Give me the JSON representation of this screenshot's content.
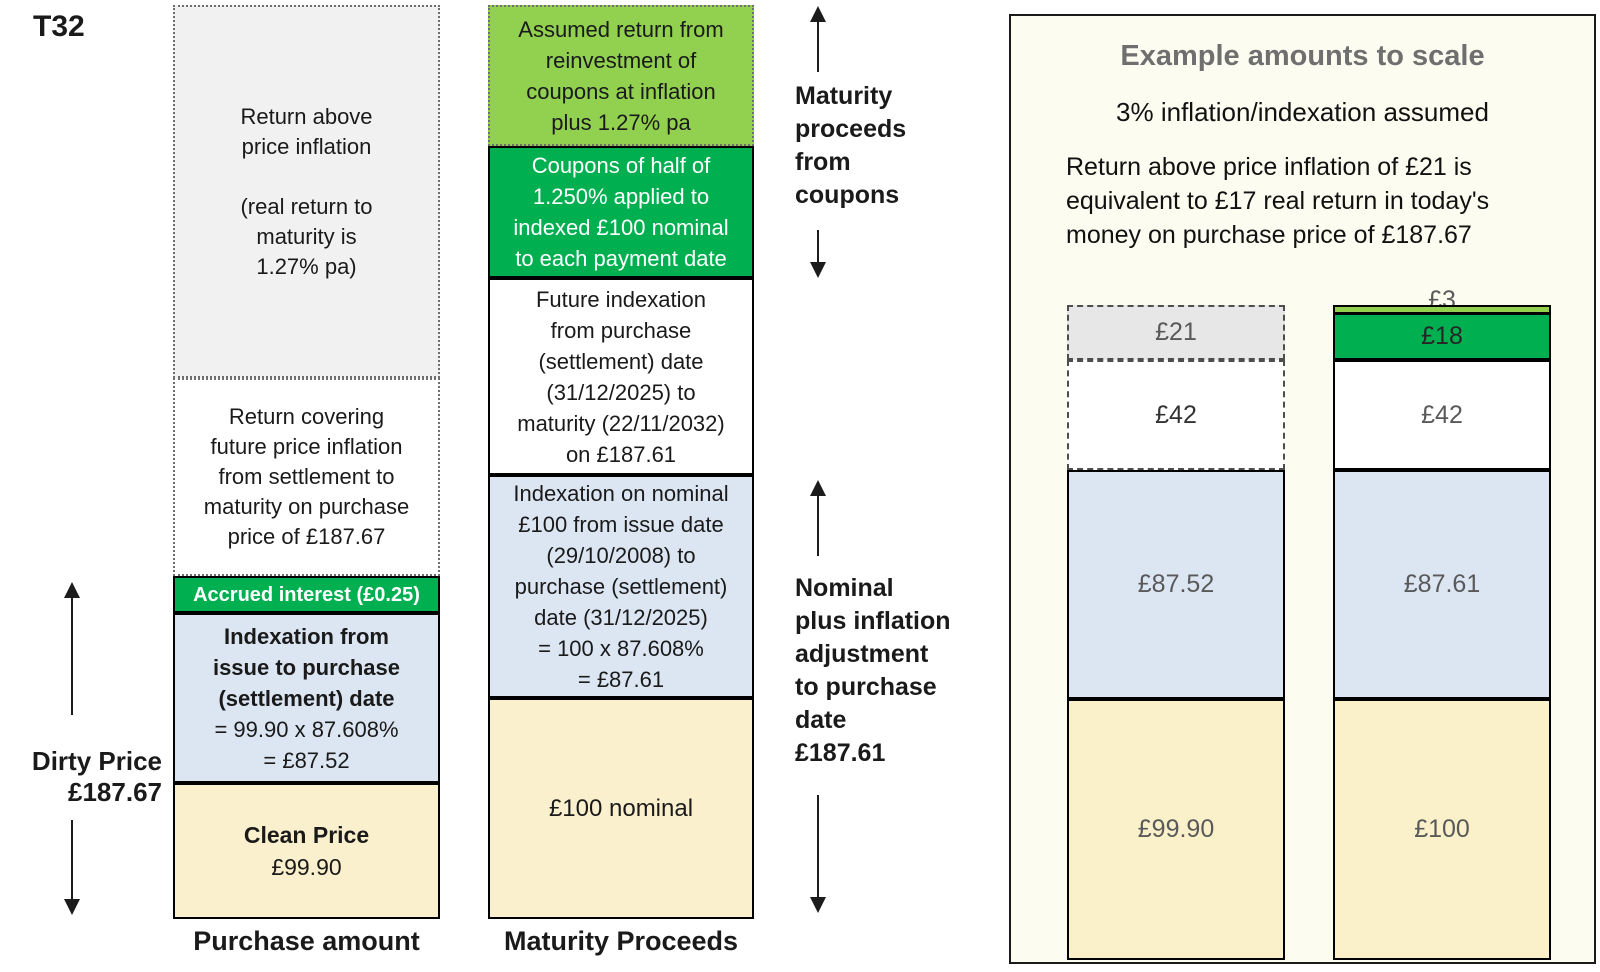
{
  "slide_tag": "T32",
  "colors": {
    "green": "#00b050",
    "light_green": "#92d050",
    "light_blue": "#dce6f2",
    "cream": "#fbf0cd",
    "panel_background": "#fcfcf0",
    "gray_segment": "#e7e7e7",
    "light_gray_segment": "#f1f1f1",
    "panel_title_gray": "#6f6f6f"
  },
  "purchase": {
    "caption": "Purchase amount",
    "seg_return_above": "Return above\nprice inflation\n\n(real return to\nmaturity is\n1.27% pa)",
    "seg_return_covering": "Return covering\nfuture price inflation\nfrom settlement to\nmaturity on purchase\nprice of £187.67",
    "seg_accrued": "Accrued interest (£0.25)",
    "seg_indexation_title": "Indexation from\nissue to purchase\n(settlement) date",
    "seg_indexation_value": "= 99.90 x 87.608%\n= £87.52",
    "seg_clean_title": "Clean Price",
    "seg_clean_value": "£99.90"
  },
  "dirty_price_label": "Dirty Price\n£187.67",
  "maturity": {
    "caption": "Maturity Proceeds",
    "seg_reinvestment": "Assumed return from\nreinvestment of\ncoupons at inflation\nplus 1.27% pa",
    "seg_coupons": "Coupons of half of\n1.250% applied to\nindexed £100 nominal\nto each payment date",
    "seg_future_indexation": "Future indexation\nfrom purchase\n(settlement) date\n(31/12/2025) to\nmaturity (22/11/2032)\non £187.61",
    "seg_indexation": "Indexation on nominal\n£100 from issue date\n(29/10/2008) to\npurchase (settlement)\ndate (31/12/2025)\n= 100 x 87.608%\n= £87.61",
    "seg_nominal": "£100 nominal"
  },
  "side_labels": {
    "coupons": "Maturity\nproceeds\nfrom\ncoupons",
    "nominal": "Nominal\nplus inflation\nadjustment\nto purchase\ndate\n£187.61"
  },
  "example_panel": {
    "title": "Example amounts to scale",
    "subtitle": "3% inflation/indexation assumed",
    "note": "Return above price inflation of £21 is\nequivalent to £17 real return in today's\nmoney on purchase price of £187.67",
    "purchase_bar": {
      "return_above": "£21",
      "future_inflation": "£42",
      "indexation": "£87.52",
      "clean_price": "£99.90",
      "amounts": [
        21,
        42,
        87.52,
        99.9
      ]
    },
    "maturity_bar": {
      "reinvestment": "£3",
      "coupons": "£18",
      "future_indexation": "£42",
      "indexation": "£87.61",
      "nominal": "£100",
      "amounts": [
        3,
        18,
        42,
        87.61,
        100
      ]
    }
  }
}
